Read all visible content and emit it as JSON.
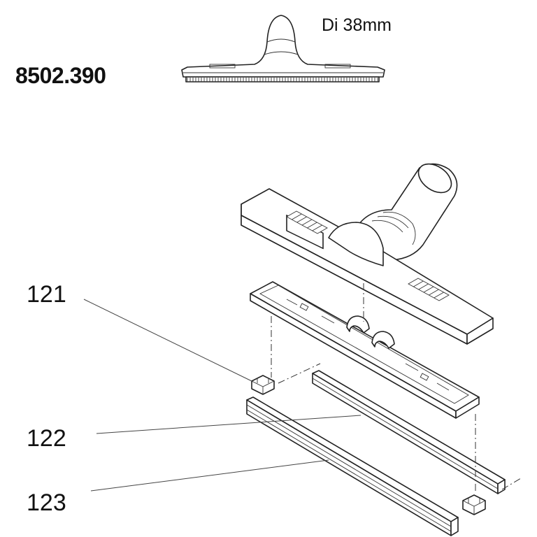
{
  "header": {
    "part_number": "8502.390",
    "diameter_label": "Di 38mm"
  },
  "callouts": [
    {
      "id": "121"
    },
    {
      "id": "122"
    },
    {
      "id": "123"
    }
  ],
  "colors": {
    "line": "#222222",
    "background": "#ffffff"
  }
}
